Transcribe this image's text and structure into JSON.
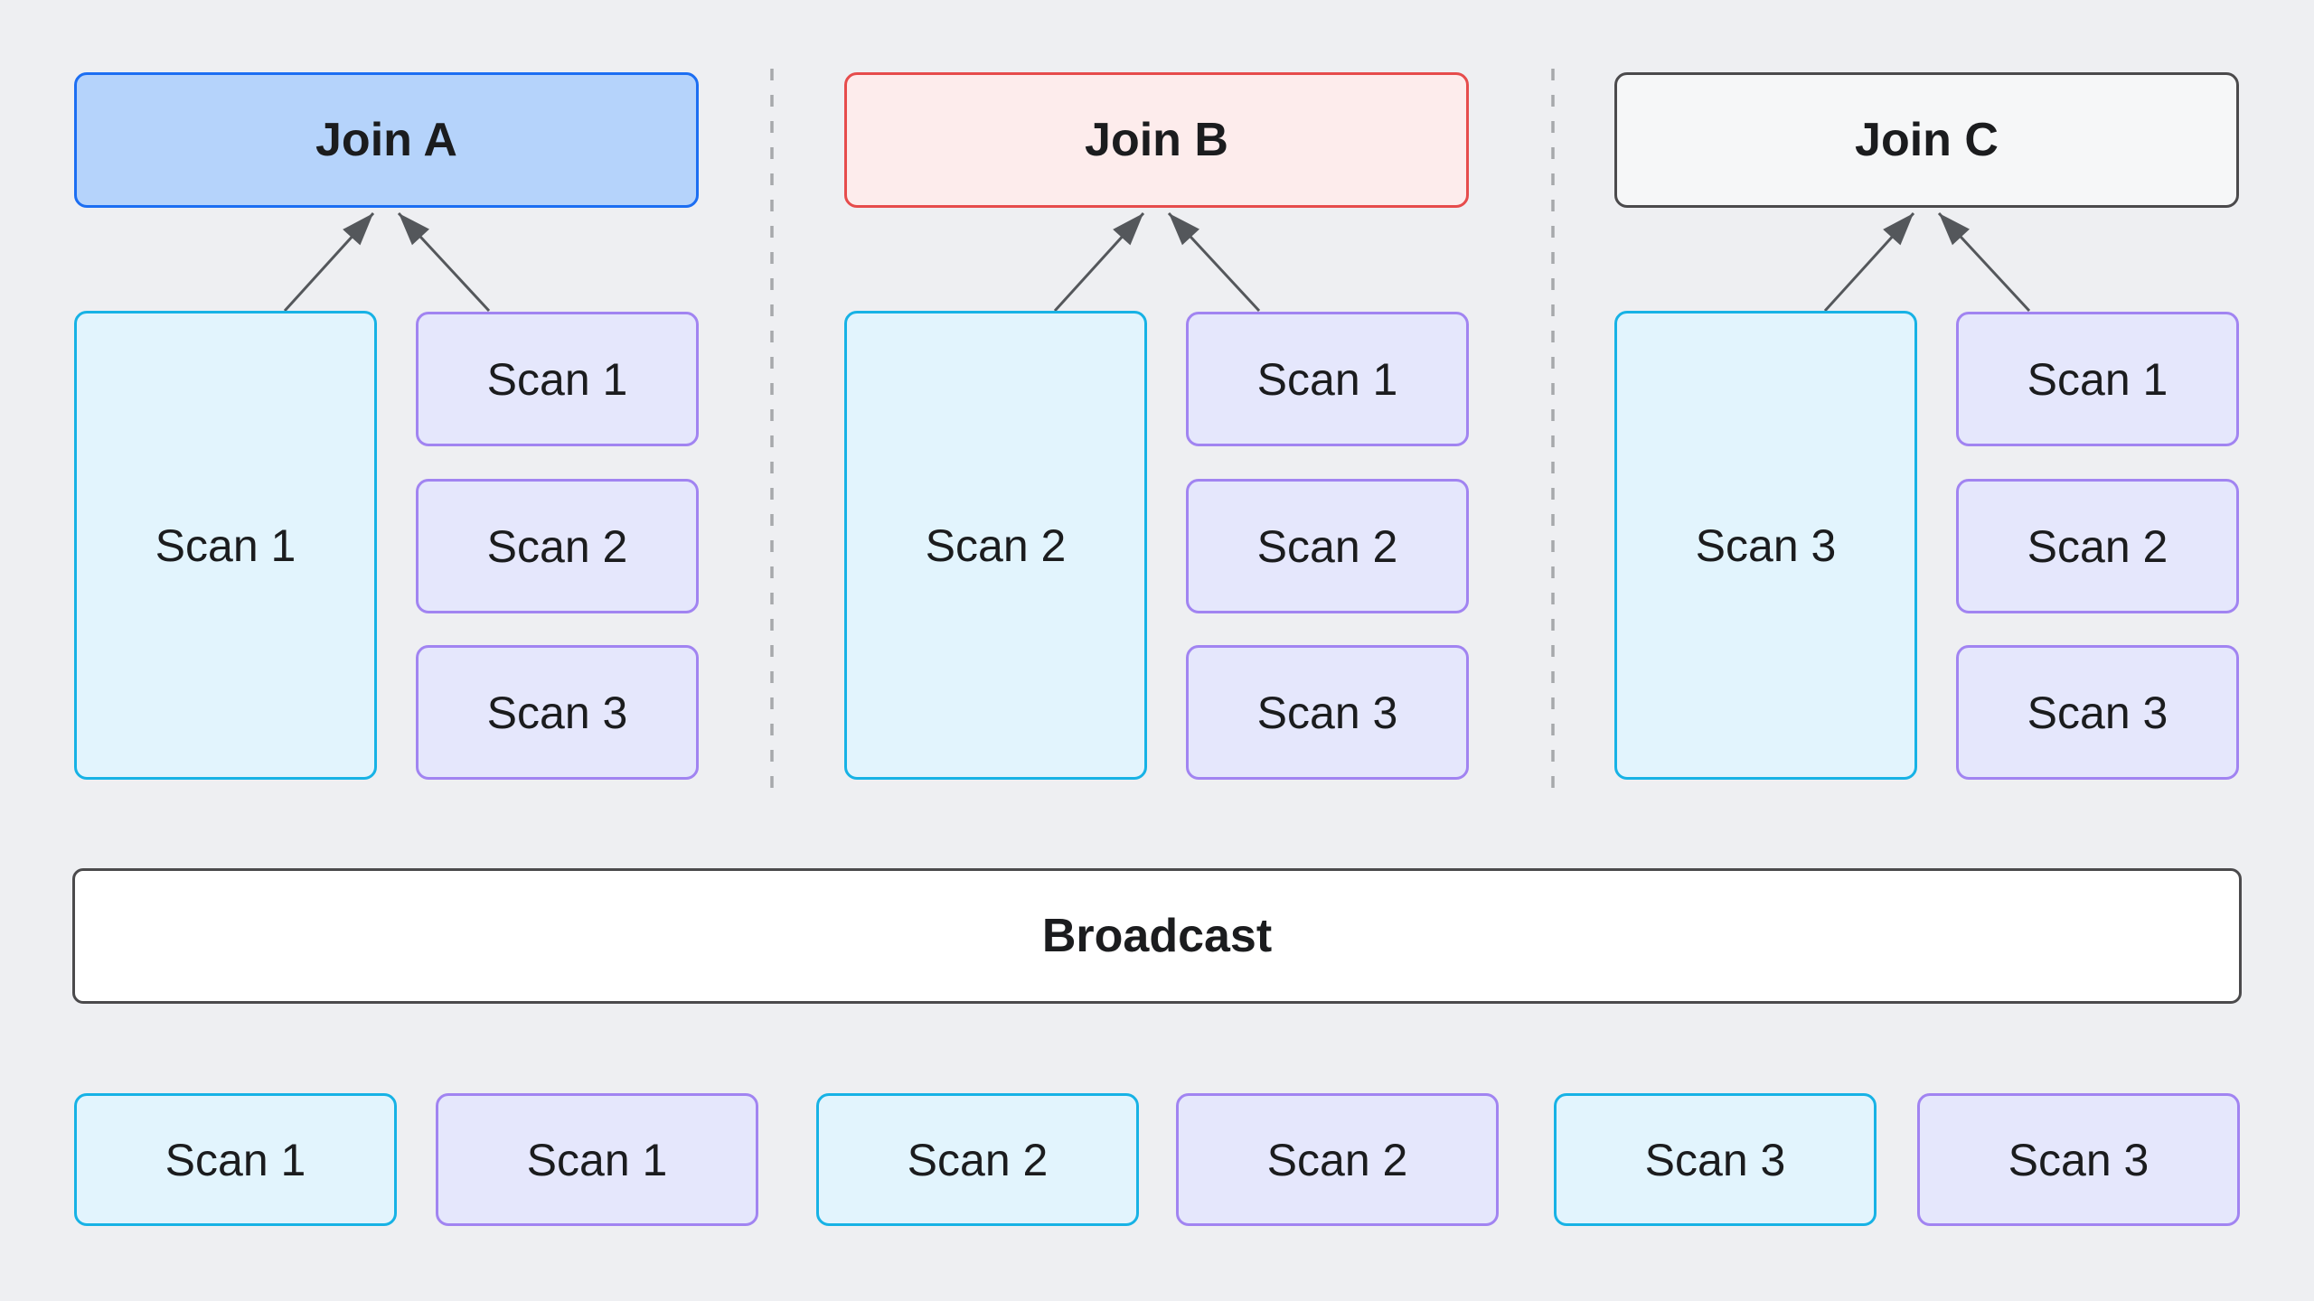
{
  "diagram": {
    "title": "partitioned-joins-with-broadcast-diagram",
    "background": "#eeeff2",
    "sections": [
      {
        "join": {
          "label": "Join A",
          "fill": "#b5d3fb",
          "border": "#1c6ef2"
        },
        "build": {
          "label": "Scan 1",
          "variant": "cyan"
        },
        "probes": [
          {
            "label": "Scan 1",
            "variant": "purple"
          },
          {
            "label": "Scan 2",
            "variant": "purple"
          },
          {
            "label": "Scan 3",
            "variant": "purple"
          }
        ]
      },
      {
        "join": {
          "label": "Join B",
          "fill": "#fdecec",
          "border": "#e64c4c"
        },
        "build": {
          "label": "Scan 2",
          "variant": "cyan"
        },
        "probes": [
          {
            "label": "Scan 1",
            "variant": "purple"
          },
          {
            "label": "Scan 2",
            "variant": "purple"
          },
          {
            "label": "Scan 3",
            "variant": "purple"
          }
        ]
      },
      {
        "join": {
          "label": "Join C",
          "fill": "#f6f7f8",
          "border": "#4b4a4c"
        },
        "build": {
          "label": "Scan 3",
          "variant": "cyan"
        },
        "probes": [
          {
            "label": "Scan 1",
            "variant": "purple"
          },
          {
            "label": "Scan 2",
            "variant": "purple"
          },
          {
            "label": "Scan 3",
            "variant": "purple"
          }
        ]
      }
    ],
    "broadcast": {
      "label": "Broadcast",
      "fill": "#ffffff",
      "border": "#4b4a4c"
    },
    "bottom_row": [
      {
        "label": "Scan 1",
        "variant": "cyan"
      },
      {
        "label": "Scan 1",
        "variant": "purple"
      },
      {
        "label": "Scan 2",
        "variant": "cyan"
      },
      {
        "label": "Scan 2",
        "variant": "purple"
      },
      {
        "label": "Scan 3",
        "variant": "cyan"
      },
      {
        "label": "Scan 3",
        "variant": "purple"
      }
    ],
    "colors": {
      "scan_cyan_fill": "#e2f4fd",
      "scan_cyan_border": "#17b2e5",
      "scan_purple_fill": "#e5e7fc",
      "scan_purple_border": "#a184f1",
      "arrow": "#54575b",
      "separator": "#a6a8ab",
      "text": "#1b1c1e"
    }
  }
}
